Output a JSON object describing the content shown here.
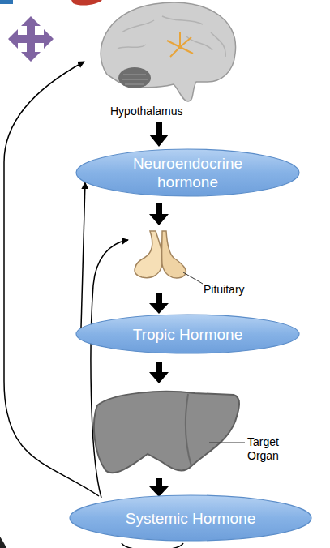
{
  "diagram": {
    "nodes": [
      {
        "text": [
          "Neuroendocrine hormone"
        ]
      },
      {
        "text": [
          "Tropic Hormone"
        ]
      },
      {
        "text": [
          "Systemic Hormone"
        ]
      }
    ],
    "edges": [
      {
        "from": 1,
        "to": 0,
        "arrow": "to"
      }
    ],
    "labels": [
      "Hypothalamus",
      "Pituitary",
      "Target Organ"
    ]
  }
}
